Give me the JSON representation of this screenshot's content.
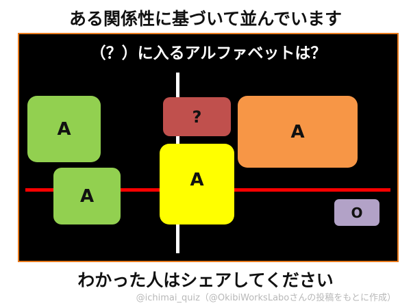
{
  "header": {
    "title": "ある関係性に基づいて並んでいます"
  },
  "puzzle": {
    "question": "（？）に入るアルファベットは？",
    "boxes": [
      {
        "id": "green-top",
        "label": "A",
        "color": "#92d050"
      },
      {
        "id": "green-bottom",
        "label": "A",
        "color": "#92d050"
      },
      {
        "id": "red-question",
        "label": "?",
        "color": "#c0504d"
      },
      {
        "id": "yellow",
        "label": "A",
        "color": "#ffff00"
      },
      {
        "id": "orange",
        "label": "A",
        "color": "#f79646"
      },
      {
        "id": "purple",
        "label": "O",
        "color": "#b2a2c7"
      }
    ],
    "line_colors": {
      "vertical": "#ffffff",
      "horizontal": "#ff0000"
    },
    "panel_border_color": "#e87a1c"
  },
  "footer": {
    "call_to_action": "わかった人はシェアしてください",
    "credit": "@ichimai_quiz（@OkibiWorksLaboさんの投稿をもとに作成）"
  }
}
